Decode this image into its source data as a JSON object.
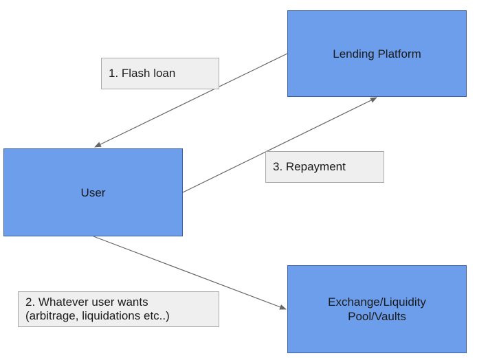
{
  "colors": {
    "node_fill": "#6d9eeb",
    "label_fill": "#efefef",
    "arrow": "#666666"
  },
  "nodes": {
    "lending": "Lending Platform",
    "user": "User",
    "exchange": "Exchange/Liquidity\nPool/Vaults"
  },
  "edges": {
    "flash_loan": "1. Flash loan",
    "whatever": "2. Whatever user wants\n(arbitrage, liquidations etc..)",
    "repayment": "3. Repayment"
  }
}
